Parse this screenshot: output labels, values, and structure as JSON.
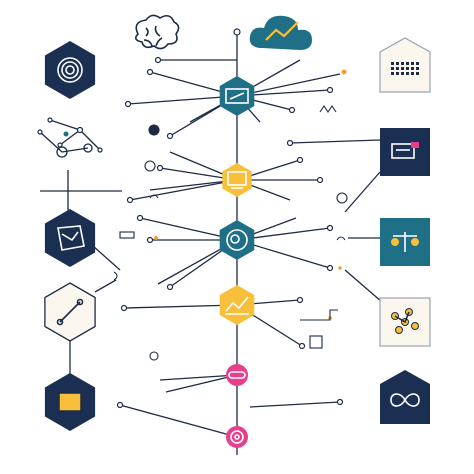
{
  "colors": {
    "navy": "#1b2f52",
    "teal": "#1f6f86",
    "yellow": "#f7bf3a",
    "pink": "#e83e8c",
    "line": "#1d2b45",
    "cream": "#fbf7ee",
    "accent_dot": "#f0a030"
  },
  "nodes": {
    "central_spine": [
      {
        "kind": "hexagon",
        "fill": "teal",
        "icon": "document-icon"
      },
      {
        "kind": "hexagon",
        "fill": "yellow",
        "icon": "monitor-icon"
      },
      {
        "kind": "hexagon",
        "fill": "teal",
        "icon": "brain-scan-icon"
      },
      {
        "kind": "hexagon",
        "fill": "yellow",
        "icon": "line-chart-icon"
      },
      {
        "kind": "circle",
        "fill": "pink",
        "icon": "pill-icon"
      },
      {
        "kind": "circle",
        "fill": "pink",
        "icon": "gear-icon"
      }
    ],
    "left_hexagons": [
      {
        "fill": "navy",
        "icon": "target-icon"
      },
      {
        "fill": "navy",
        "icon": "map-icon"
      },
      {
        "fill": "cream",
        "icon": "wand-icon"
      },
      {
        "fill": "navy",
        "icon": "screen-icon"
      }
    ],
    "right_tiles": [
      {
        "fill": "cream",
        "icon": "keyboard-grid-icon"
      },
      {
        "fill": "navy",
        "icon": "server-icon"
      },
      {
        "fill": "teal",
        "icon": "balance-scale-icon"
      },
      {
        "fill": "cream",
        "icon": "molecule-icon"
      },
      {
        "fill": "navy",
        "icon": "infinity-icon"
      }
    ],
    "top": [
      {
        "icon": "brain-icon"
      },
      {
        "icon": "cloud-chart-icon"
      }
    ]
  }
}
